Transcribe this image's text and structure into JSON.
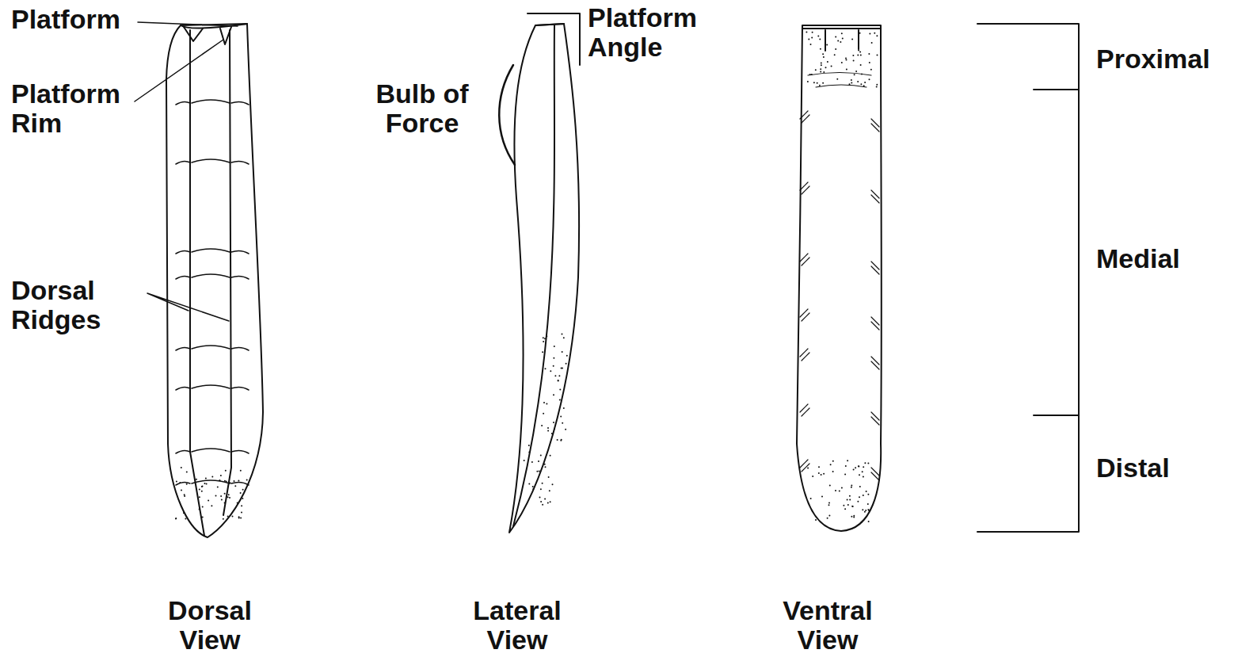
{
  "diagram": {
    "labels": [
      "Platform",
      "Platform Rim",
      "Dorsal Ridges",
      "Platform Angle",
      "Bulb of Force",
      "Proximal",
      "Medial",
      "Distal",
      "Dorsal View",
      "Lateral View",
      "Ventral View"
    ]
  }
}
